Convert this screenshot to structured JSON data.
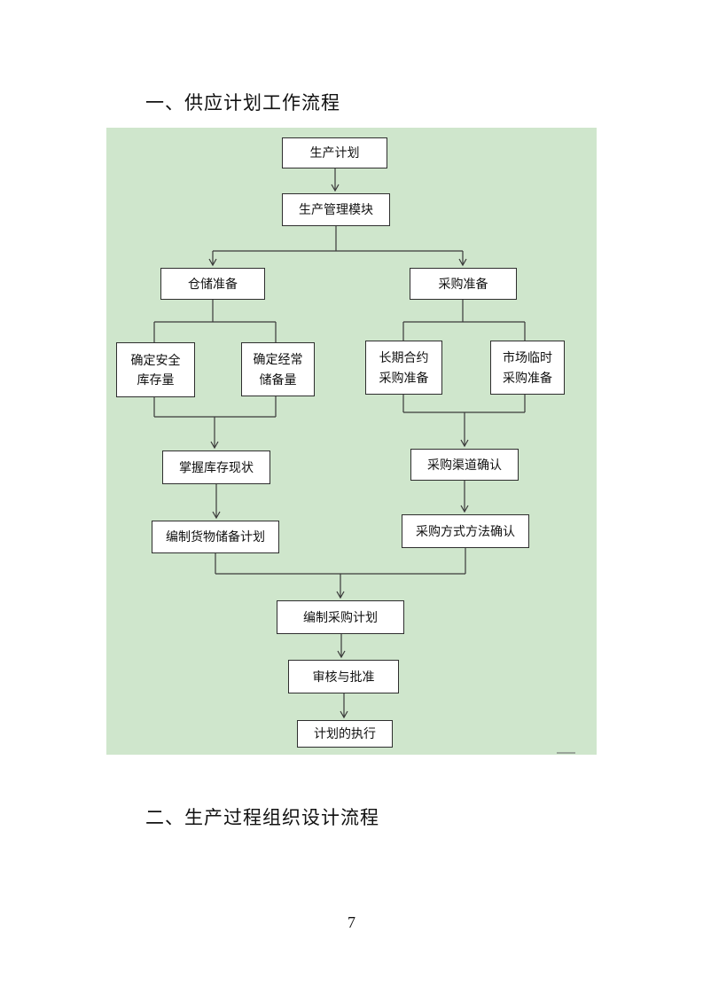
{
  "page": {
    "heading_1": "一、供应计划工作流程",
    "heading_2": "二、生产过程组织设计流程",
    "page_number": "7"
  },
  "flowchart": {
    "background_color": "#cfe6cc",
    "nodes": [
      {
        "id": "production-plan",
        "label": "生产计划"
      },
      {
        "id": "production-management-module",
        "label": "生产管理模块"
      },
      {
        "id": "warehouse-preparation",
        "label": "仓储准备"
      },
      {
        "id": "procurement-preparation",
        "label": "采购准备"
      },
      {
        "id": "determine-safety-stock",
        "label": "确定安全库存量"
      },
      {
        "id": "determine-regular-reserve",
        "label": "确定经常储备量"
      },
      {
        "id": "long-term-contract-procurement-prep",
        "label": "长期合约采购准备"
      },
      {
        "id": "market-temporary-procurement-prep",
        "label": "市场临时采购准备"
      },
      {
        "id": "grasp-inventory-status",
        "label": "掌握库存现状"
      },
      {
        "id": "procurement-channel-confirmation",
        "label": "采购渠道确认"
      },
      {
        "id": "prepare-goods-reserve-plan",
        "label": "编制货物储备计划"
      },
      {
        "id": "procurement-method-confirmation",
        "label": "采购方式方法确认"
      },
      {
        "id": "prepare-procurement-plan",
        "label": "编制采购计划"
      },
      {
        "id": "review-and-approval",
        "label": "审核与批准"
      },
      {
        "id": "plan-execution",
        "label": "计划的执行"
      }
    ]
  }
}
